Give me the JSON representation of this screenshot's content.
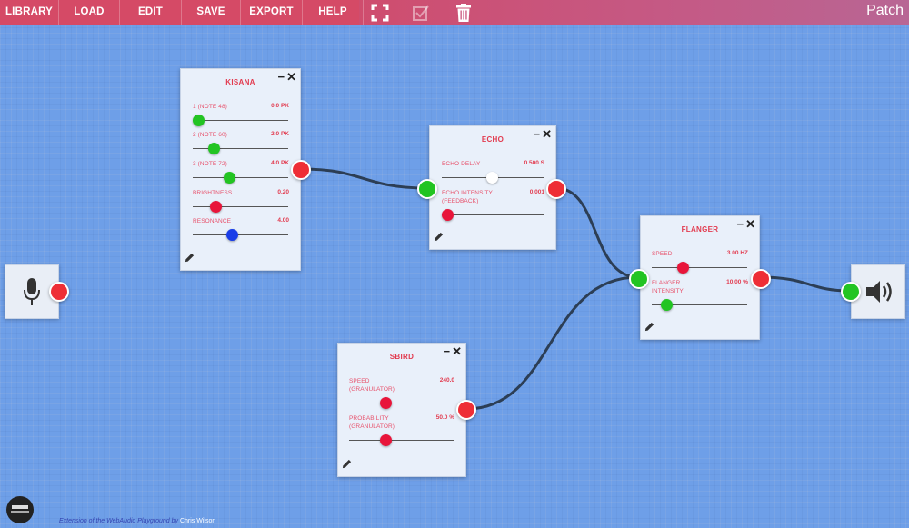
{
  "menu": {
    "items": [
      {
        "label": "LIBRARY",
        "width": 64
      },
      {
        "label": "LOAD",
        "width": 66
      },
      {
        "label": "EDIT",
        "width": 67
      },
      {
        "label": "SAVE",
        "width": 64
      },
      {
        "label": "EXPORT",
        "width": 67
      },
      {
        "label": "HELP",
        "width": 66
      }
    ]
  },
  "toolbar_icons": [
    "fullscreen-icon",
    "checkbox-icon",
    "trash-icon"
  ],
  "patch_title": "Patch",
  "modules": {
    "kisana": {
      "title": "KISANA",
      "params": [
        {
          "label": "1 (NOTE 48)",
          "value": "0.0 PK",
          "level": 0.03,
          "color": "#22c422"
        },
        {
          "label": "2 (NOTE 60)",
          "value": "2.0 PK",
          "level": 0.22,
          "color": "#22c422"
        },
        {
          "label": "3 (NOTE 72)",
          "value": "4.0 PK",
          "level": 0.4,
          "color": "#22c422"
        },
        {
          "label": "BRIGHTNESS",
          "value": "0.20",
          "level": 0.24,
          "color": "#e8153a"
        },
        {
          "label": "RESONANCE",
          "value": "4.00",
          "level": 0.41,
          "color": "#1a3ee8"
        }
      ]
    },
    "echo": {
      "title": "ECHO",
      "params": [
        {
          "label": "ECHO DELAY",
          "value": "0.500 S",
          "level": 0.5,
          "color": "#ffffff"
        },
        {
          "label": "ECHO INTENSITY\n(FEEDBACK)",
          "value": "0.001",
          "level": 0.03,
          "color": "#e8153a"
        }
      ]
    },
    "flanger": {
      "title": "FLANGER",
      "params": [
        {
          "label": "SPEED",
          "value": "3.00 HZ",
          "level": 0.32,
          "color": "#e8153a"
        },
        {
          "label": "FLANGER\nINTENSITY",
          "value": "10.00 %",
          "level": 0.15,
          "color": "#22c422"
        }
      ]
    },
    "sbird": {
      "title": "SBIRD",
      "params": [
        {
          "label": "SPEED\n(GRANULATOR)",
          "value": "240.0",
          "level": 0.35,
          "color": "#e8153a"
        },
        {
          "label": "PROBABILITY\n(GRANULATOR)",
          "value": "50.0 %",
          "level": 0.35,
          "color": "#e8153a"
        }
      ]
    }
  },
  "ports": {
    "out_color": "#ee2e36",
    "in_color": "#22c422"
  },
  "footer": {
    "credit_text": "Extension of the WebAudio Playground by ",
    "credit_author": "Chris Wilson"
  }
}
